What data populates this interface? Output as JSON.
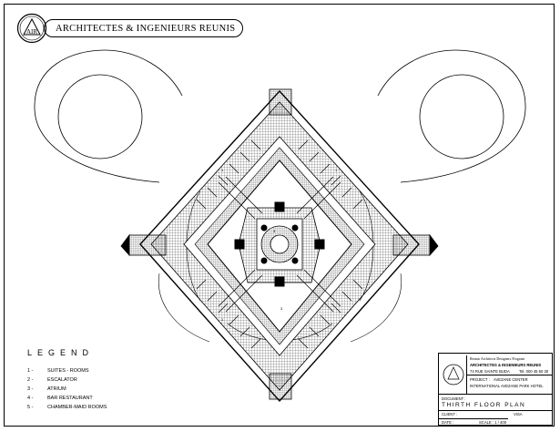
{
  "header": {
    "logo_text": "AIR",
    "firm_name": "ARCHITECTES & INGENIEURS REUNIS"
  },
  "plan": {
    "room_labels": [
      "1",
      "1",
      "1",
      "3",
      "3"
    ]
  },
  "legend": {
    "title": "LEGEND",
    "items": [
      {
        "num": "1 -",
        "label": "SUITES - ROOMS"
      },
      {
        "num": "2 -",
        "label": "ESCALATOR"
      },
      {
        "num": "3 -",
        "label": "ATRIUM"
      },
      {
        "num": "4 -",
        "label": "BAR RESTAURANT"
      },
      {
        "num": "5 -",
        "label": "CHAMBER-MAID ROOMS"
      }
    ]
  },
  "title_block": {
    "firm_initials": "Reunis Architects Designers Program",
    "firm_name": "ARCHITECTES & INGENIEURS REUNIS",
    "address": "74 RUE SAINTE BUDA",
    "tel": "Tel. 000 45 60 30",
    "project_label": "PROJECT :",
    "project_line1": "AVEZANE CENTER",
    "project_line2": "INTERNATIONAL AVEZANE PARK HOTEL",
    "document_label": "DOCUMENT :",
    "document_value": "THIRTH FLOOR PLAN",
    "client_label": "CLIENT :",
    "date_label": "DATE :",
    "scale_label": "SCALE : 1 / 400",
    "visa_label": "VISA"
  }
}
